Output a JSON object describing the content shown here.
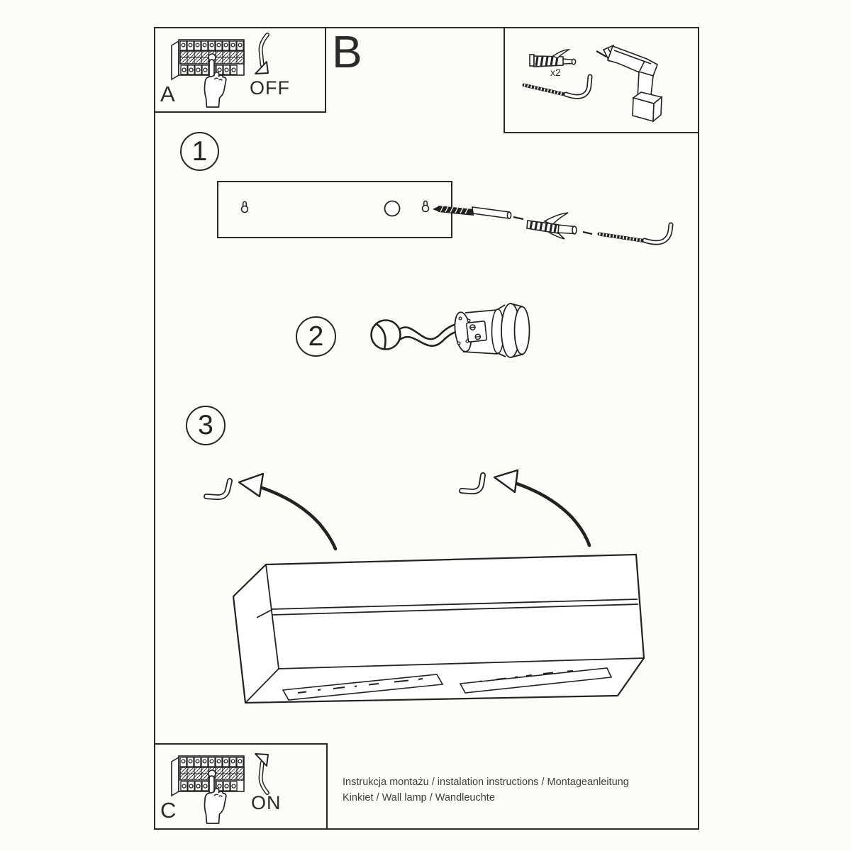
{
  "document": {
    "type": "installation-instructions",
    "footer_line1": "Instrukcja montażu / instalation instructions / Montageanleitung",
    "footer_line2": "Kinkiet / Wall lamp / Wandleuchte"
  },
  "panel_a": {
    "label": "A",
    "action": "OFF"
  },
  "panel_b": {
    "label": "B"
  },
  "parts_box": {
    "anchor_count": "x2"
  },
  "panel_c": {
    "label": "C",
    "action": "ON"
  },
  "steps": {
    "one": "1",
    "two": "2",
    "three": "3"
  },
  "colors": {
    "ink": "#222222",
    "paper": "#fcfcf9",
    "text": "#3d3d3d"
  },
  "icons": {
    "breaker": "circuit-breaker-panel-icon",
    "hand": "pointing-hand-icon",
    "off_arrow": "curved-arrow-down-icon",
    "on_arrow": "curved-arrow-up-icon",
    "anchor": "wall-anchor-icon",
    "hook": "hook-screw-icon",
    "drill": "drill-icon",
    "drill_bit": "drill-bit-icon",
    "keyhole": "keyhole-slot-icon",
    "round_hole": "round-hole-icon",
    "wire": "wire-loop-icon",
    "socket": "lamp-socket-icon",
    "lamp": "wall-lamp-drawing",
    "mount_arrow": "mounting-arrow-icon"
  }
}
